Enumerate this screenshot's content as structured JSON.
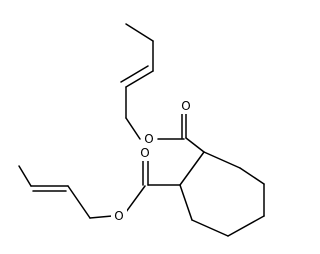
{
  "molecule": {
    "atom_labels": {
      "o_carbonyl_1": "O",
      "o_ester_1": "O",
      "o_carbonyl_2": "O",
      "o_ester_2": "O"
    },
    "colors": {
      "bond": "#000000",
      "background": "#ffffff",
      "label": "#000000"
    }
  }
}
